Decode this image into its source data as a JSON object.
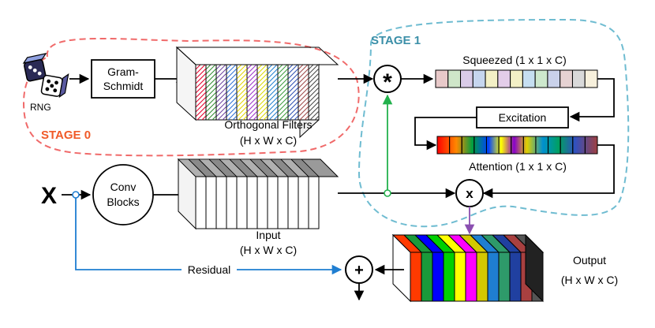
{
  "labels": {
    "rng": "RNG",
    "gram_line1": "Gram-",
    "gram_line2": "Schmidt",
    "ortho_title": "Orthogonal Filters",
    "ortho_dims": "(H x W x C)",
    "stage0": "STAGE 0",
    "stage1": "STAGE 1",
    "squeezed": "Squeezed (1 x 1 x C)",
    "excitation": "Excitation",
    "attention": "Attention (1 x 1 x C)",
    "x_input": "X",
    "conv_line1": "Conv",
    "conv_line2": "Blocks",
    "input_title": "Input",
    "input_dims": "(H x W x C)",
    "residual": "Residual",
    "output_title": "Output",
    "output_dims": "(H x W x C)",
    "conv_op": "*",
    "mult_op": "x",
    "add_op": "+"
  },
  "colors": {
    "stage0": "#f06a6a",
    "stage1": "#6fbcd1",
    "stage0_text": "#f05a28",
    "stage1_text": "#3b8fa8",
    "green_path": "#22b14c",
    "blue_path": "#1f7ed1",
    "purple_path": "#8a4fb0"
  },
  "filter_colors": [
    "#e4002b",
    "#2e8b2e",
    "#6b3fa0",
    "#2b6fd6",
    "#e4d400",
    "#9b30c8",
    "#d9d900",
    "#1f7ed1",
    "#3a9a3a",
    "#2a4db0",
    "#a04a4a",
    "#444444"
  ],
  "squeezed_colors": [
    "#e8c9c9",
    "#cfe6c9",
    "#d9cbe8",
    "#c6d6ef",
    "#f3f0c6",
    "#e3cde9",
    "#f3f0c6",
    "#c6dff1",
    "#cde8cd",
    "#c9d1ea",
    "#e6d2d2",
    "#d9d9d9",
    "#f7f0dc"
  ],
  "output_colors": [
    "#ff3a00",
    "#1a9a3a",
    "#0000ff",
    "#00d000",
    "#ffff00",
    "#ff00ff",
    "#d4c800",
    "#1f7ed1",
    "#2e9a6a",
    "#2040a0",
    "#a84040",
    "#555555"
  ]
}
